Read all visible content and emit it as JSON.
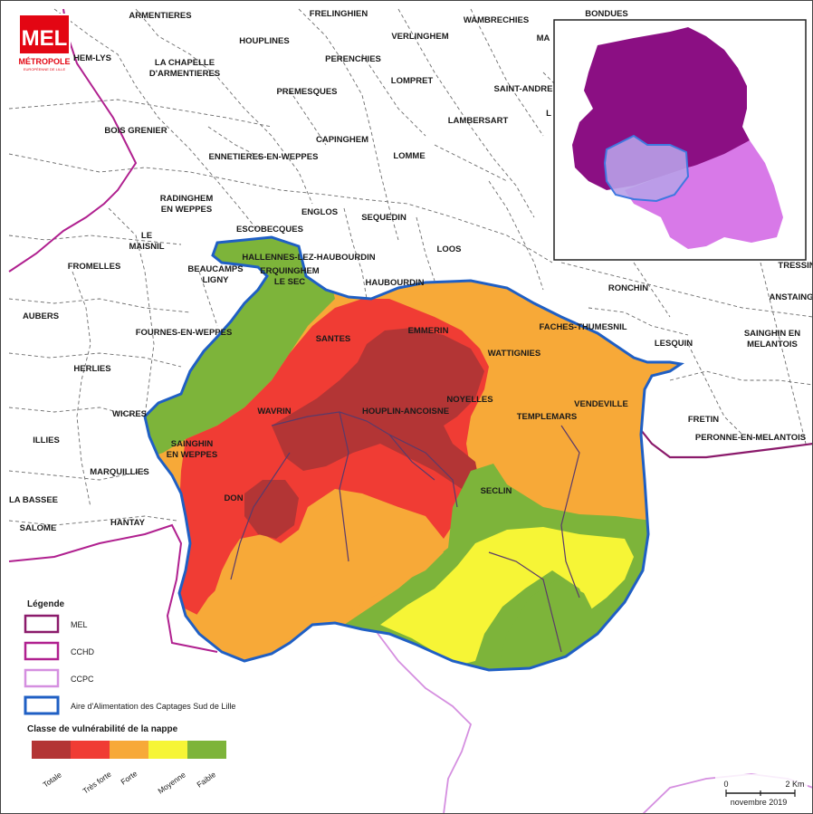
{
  "logo": {
    "acronym": "MEL",
    "name": "MÉTROPOLE",
    "subtitle": "EUROPÉENNE DE LILLE",
    "color": "#e30613"
  },
  "communes": [
    "ARMENTIERES",
    "FRELINGHIEN",
    "WAMBRECHIES",
    "BONDUES",
    "HEM-LYS",
    "HOUPLINES",
    "VERLINGHEM",
    "LA CHAPELLE",
    "D'ARMENTIERES",
    "PERENCHIES",
    "LOMPRET",
    "SAINT-ANDRE",
    "PREMESQUES",
    "LAMBERSART",
    "BOIS GRENIER",
    "CAPINGHEM",
    "ENNETIERES-EN-WEPPES",
    "LOMME",
    "RADINGHEM",
    "EN WEPPES",
    "ENGLOS",
    "SEQUEDIN",
    "LE",
    "MAISNIL",
    "ESCOBECQUES",
    "HALLENNES-LEZ-HAUBOURDIN",
    "LOOS",
    "FROMELLES",
    "BEAUCAMPS",
    "LIGNY",
    "ERQUINGHEM",
    "LE SEC",
    "HAUBOURDIN",
    "RONCHIN",
    "TRESSIN",
    "AUBERS",
    "ANSTAING",
    "SANTES",
    "EMMERIN",
    "FACHES-THUMESNIL",
    "FOURNES-EN-WEPPES",
    "WATTIGNIES",
    "LESQUIN",
    "SAINGHIN EN",
    "MELANTOIS",
    "HERLIES",
    "NOYELLES",
    "VENDEVILLE",
    "WAVRIN",
    "HOUPLIN-ANCOISNE",
    "WICRES",
    "TEMPLEMARS",
    "FRETIN",
    "ILLIES",
    "SAINGHIN",
    "EN WEPPES",
    "PERONNE-EN-MELANTOIS",
    "MARQUILLIES",
    "SECLIN",
    "DON",
    "LA BASSEE",
    "HANTAY",
    "SALOME",
    "MA",
    "L"
  ],
  "legend": {
    "title": "Légende",
    "items": [
      {
        "label": "MEL",
        "color": "#8b1a6b"
      },
      {
        "label": "CCHD",
        "color": "#b0208f"
      },
      {
        "label": "CCPC",
        "color": "#d58fe0"
      },
      {
        "label": "Aire d'Alimentation des Captages Sud de Lille",
        "color": "#1f5fc4"
      }
    ],
    "class_title": "Classe de vulnérabilité de la nappe",
    "classes": [
      {
        "label": "Totale",
        "color": "#b33535"
      },
      {
        "label": "Très forte",
        "color": "#f03c34"
      },
      {
        "label": "Forte",
        "color": "#f7a938"
      },
      {
        "label": "Moyenne",
        "color": "#f6f536"
      },
      {
        "label": "Faible",
        "color": "#7db43a"
      }
    ]
  },
  "scale": {
    "start": "0",
    "end": "2 Km",
    "date": "novembre 2019"
  },
  "inset": {
    "colors": {
      "mel": "#8b0f83",
      "ccpc": "#d879e8",
      "aac_fill": "#b8a0e8",
      "aac_stroke": "#3f78e0"
    }
  }
}
